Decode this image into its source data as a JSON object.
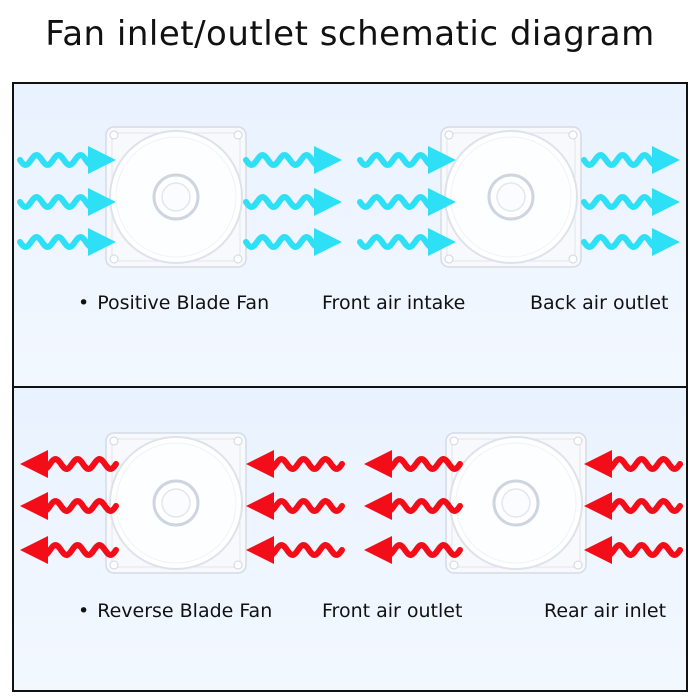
{
  "title": "Fan inlet/outlet schematic diagram",
  "colors": {
    "intake_arrow": "#2ee0f5",
    "outlet_arrow": "#f20d18",
    "panel_background": "#eaf3ff",
    "border": "#111111"
  },
  "panels": [
    {
      "fan_type": "Positive Blade Fan",
      "label_left": "Front air intake",
      "label_right": "Back air outlet",
      "arrow_direction": "right",
      "arrow_color_key": "intake_arrow"
    },
    {
      "fan_type": "Reverse Blade Fan",
      "label_left": "Front air outlet",
      "label_right": "Rear air inlet",
      "arrow_direction": "left",
      "arrow_color_key": "outlet_arrow"
    }
  ],
  "icons": [
    "fan-icon",
    "wavy-arrow-icon"
  ]
}
